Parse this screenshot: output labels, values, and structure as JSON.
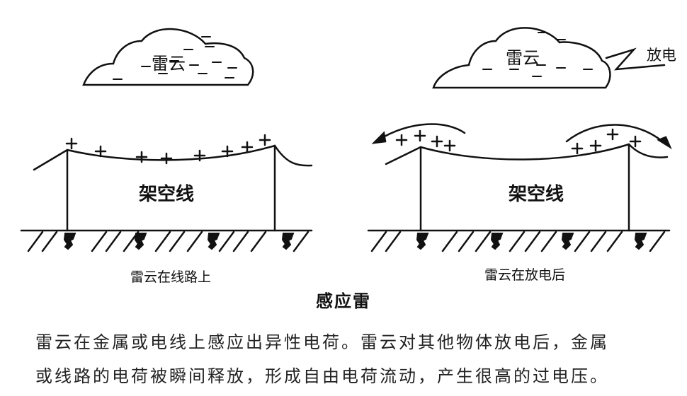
{
  "left_panel": {
    "cloud_label": "雷云",
    "line_label": "架空线",
    "caption": "雷云在线路上"
  },
  "right_panel": {
    "cloud_label": "雷云",
    "discharge_label": "放电",
    "line_label": "架空线",
    "caption": "雷云在放电后"
  },
  "figure_title": "感应雷",
  "description": {
    "line1": "雷云在金属或电线上感应出异性电荷。雷云对其他物体放电后，金属",
    "line2": "或线路的电荷被瞬间释放，形成自由电荷流动，产生很高的过电压。"
  }
}
